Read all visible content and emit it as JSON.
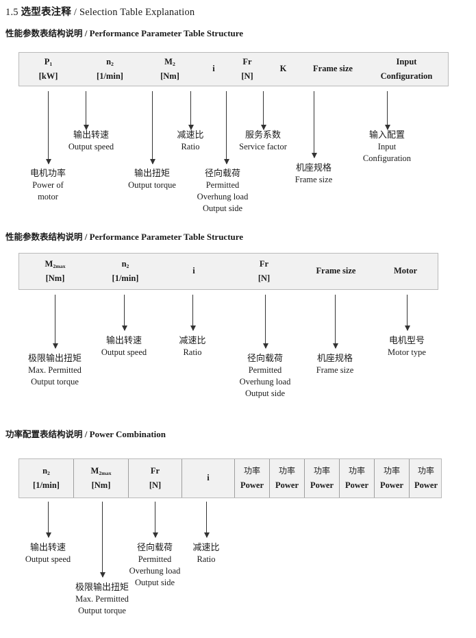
{
  "document": {
    "section_number": "1.5",
    "title_cn": "选型表注释",
    "title_sep": "/",
    "title_en": "Selection Table Explanation"
  },
  "colors": {
    "table_fill": "#f1f1f1",
    "table_border": "#b9b9b9",
    "rule": "#9d9d9d",
    "arrow": "#333333",
    "text": "#1a1a1a"
  },
  "sections": [
    {
      "heading_cn": "性能参数表结构说明",
      "heading_sep": "/",
      "heading_en": "Performance Parameter Table Structure",
      "table": {
        "ruled": false,
        "columns": [
          {
            "sym": "P",
            "sub": "1",
            "unit": "[kW]"
          },
          {
            "sym": "n",
            "sub": "2",
            "unit": "[1/min]"
          },
          {
            "sym": "M",
            "sub": "2",
            "unit": "[Nm]"
          },
          {
            "sym": "i",
            "sub": "",
            "unit": ""
          },
          {
            "sym": "Fr",
            "sub": "",
            "unit": "[N]"
          },
          {
            "sym": "K",
            "sub": "",
            "unit": ""
          },
          {
            "sym": "Frame size",
            "sub": "",
            "unit": ""
          },
          {
            "sym": "Input",
            "sub": "",
            "unit": "Configuration"
          }
        ]
      },
      "notes": [
        {
          "cn": "电机功率",
          "en": [
            "Power of",
            "motor"
          ]
        },
        {
          "cn": "输出转速",
          "en": [
            "Output speed"
          ]
        },
        {
          "cn": "输出扭矩",
          "en": [
            "Output torque"
          ]
        },
        {
          "cn": "减速比",
          "en": [
            "Ratio"
          ]
        },
        {
          "cn": "径向载荷",
          "en": [
            "Permitted",
            "Overhung load",
            "Output side"
          ]
        },
        {
          "cn": "服务系数",
          "en": [
            "Service factor"
          ]
        },
        {
          "cn": "机座规格",
          "en": [
            "Frame size"
          ]
        },
        {
          "cn": "输入配置",
          "en": [
            "Input",
            "Configuration"
          ]
        }
      ]
    },
    {
      "heading_cn": "性能参数表结构说明",
      "heading_sep": "/",
      "heading_en": "Performance Parameter Table Structure",
      "table": {
        "ruled": false,
        "columns": [
          {
            "sym": "M",
            "sub": "2max",
            "unit": "[Nm]"
          },
          {
            "sym": "n",
            "sub": "2",
            "unit": "[1/min]"
          },
          {
            "sym": "i",
            "sub": "",
            "unit": ""
          },
          {
            "sym": "Fr",
            "sub": "",
            "unit": "[N]"
          },
          {
            "sym": "Frame size",
            "sub": "",
            "unit": ""
          },
          {
            "sym": "Motor",
            "sub": "",
            "unit": ""
          }
        ]
      },
      "notes": [
        {
          "cn": "极限输出扭矩",
          "en": [
            "Max. Permitted",
            "Output  torque"
          ]
        },
        {
          "cn": "输出转速",
          "en": [
            "Output speed"
          ]
        },
        {
          "cn": "减速比",
          "en": [
            "Ratio"
          ]
        },
        {
          "cn": "径向载荷",
          "en": [
            "Permitted",
            "Overhung load",
            "Output side"
          ]
        },
        {
          "cn": "机座规格",
          "en": [
            "Frame size"
          ]
        },
        {
          "cn": "电机型号",
          "en": [
            "Motor type"
          ]
        }
      ]
    },
    {
      "heading_cn": "功率配置表结构说明",
      "heading_sep": "/",
      "heading_en": "Power Combination",
      "table": {
        "ruled": true,
        "columns": [
          {
            "sym": "n",
            "sub": "2",
            "unit": "[1/min]"
          },
          {
            "sym": "M",
            "sub": "2max",
            "unit": "[Nm]"
          },
          {
            "sym": "Fr",
            "sub": "",
            "unit": "[N]"
          },
          {
            "sym": "i",
            "sub": "",
            "unit": ""
          },
          {
            "sym": "功率",
            "sub": "",
            "unit": "Power",
            "cn_head": true
          },
          {
            "sym": "功率",
            "sub": "",
            "unit": "Power",
            "cn_head": true
          },
          {
            "sym": "功率",
            "sub": "",
            "unit": "Power",
            "cn_head": true
          },
          {
            "sym": "功率",
            "sub": "",
            "unit": "Power",
            "cn_head": true
          },
          {
            "sym": "功率",
            "sub": "",
            "unit": "Power",
            "cn_head": true
          },
          {
            "sym": "功率",
            "sub": "",
            "unit": "Power",
            "cn_head": true
          }
        ]
      },
      "notes": [
        {
          "cn": "输出转速",
          "en": [
            "Output speed"
          ]
        },
        {
          "cn": "极限输出扭矩",
          "en": [
            "Max. Permitted",
            "Output  torque"
          ]
        },
        {
          "cn": "径向载荷",
          "en": [
            "Permitted",
            "Overhung load",
            "Output side"
          ]
        },
        {
          "cn": "减速比",
          "en": [
            "Ratio"
          ]
        }
      ]
    }
  ]
}
